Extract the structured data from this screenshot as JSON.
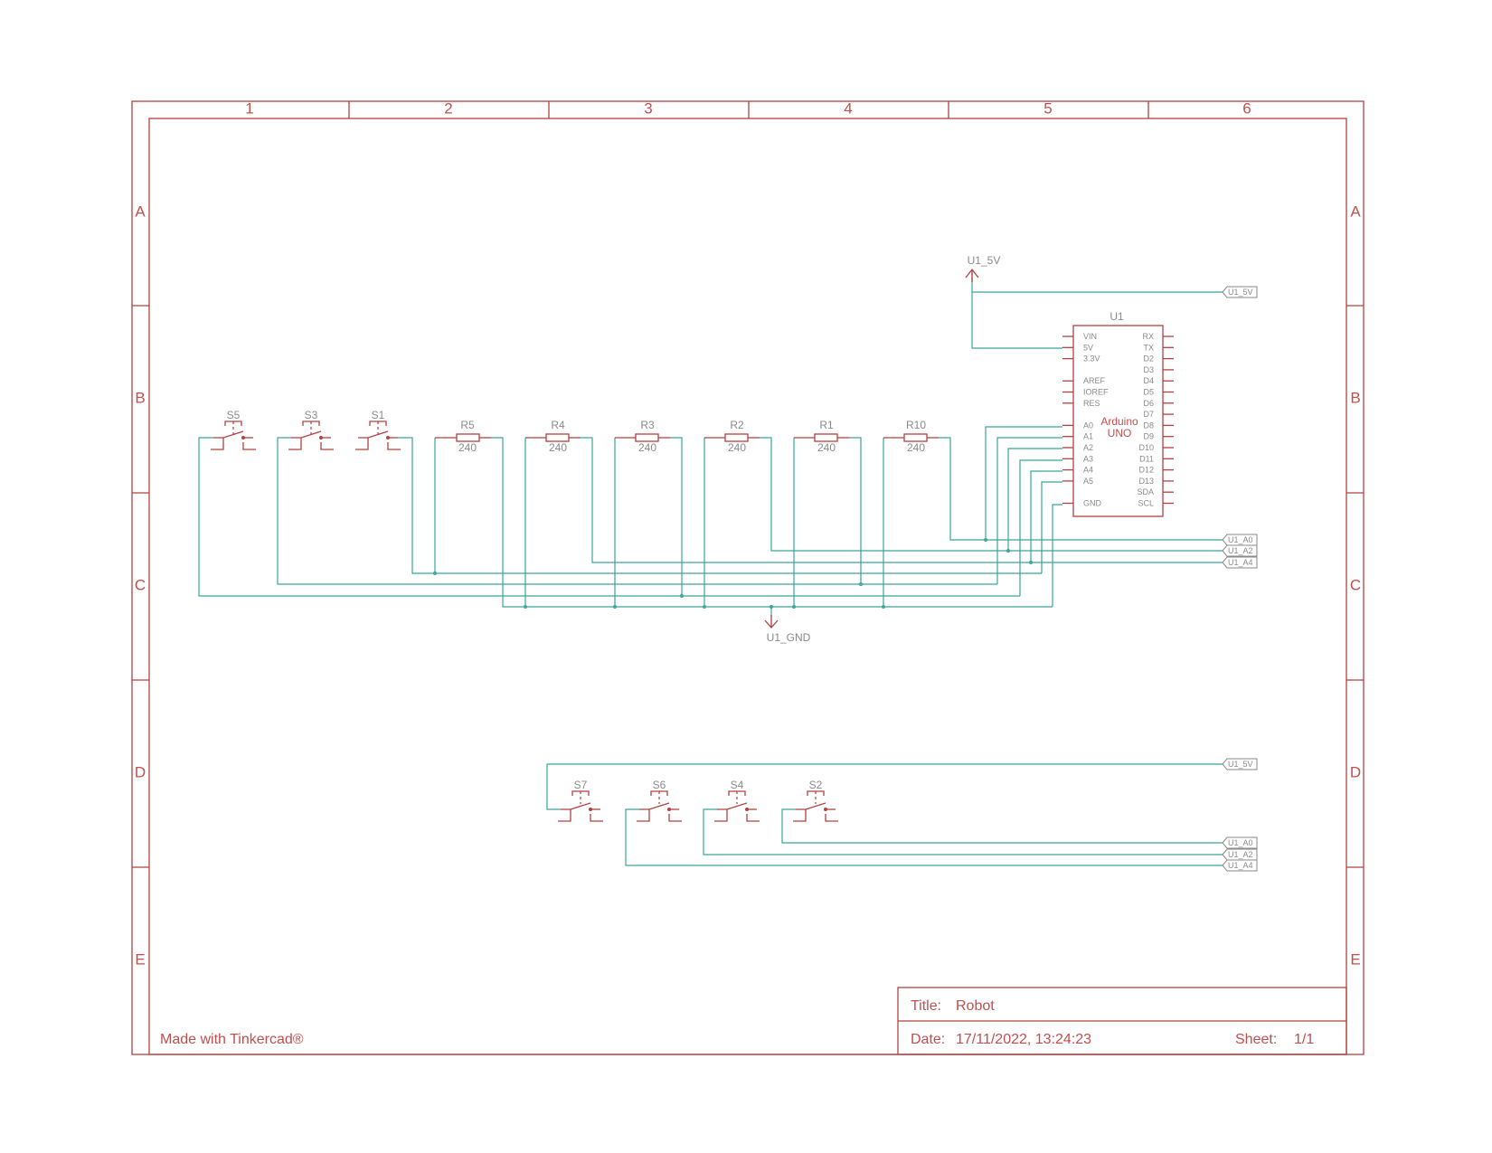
{
  "frame": {
    "column_labels": [
      "1",
      "2",
      "3",
      "4",
      "5",
      "6"
    ],
    "row_labels": [
      "A",
      "B",
      "C",
      "D",
      "E"
    ]
  },
  "components": {
    "switches_top": [
      "S5",
      "S3",
      "S1"
    ],
    "resistors": [
      {
        "ref": "R5",
        "value": "240"
      },
      {
        "ref": "R4",
        "value": "240"
      },
      {
        "ref": "R3",
        "value": "240"
      },
      {
        "ref": "R2",
        "value": "240"
      },
      {
        "ref": "R1",
        "value": "240"
      },
      {
        "ref": "R10",
        "value": "240"
      }
    ],
    "switches_bottom": [
      "S7",
      "S6",
      "S4",
      "S2"
    ],
    "power_label": "U1_5V",
    "ground_label": "U1_GND"
  },
  "arduino": {
    "ref": "U1",
    "name_line1": "Arduino",
    "name_line2": "UNO",
    "left_pins": [
      "VIN",
      "5V",
      "3.3V",
      "AREF",
      "IOREF",
      "RES",
      "A0",
      "A1",
      "A2",
      "A3",
      "A4",
      "A5",
      "GND"
    ],
    "right_pins": [
      "RX",
      "TX",
      "D2",
      "D3",
      "D4",
      "D5",
      "D6",
      "D7",
      "D8",
      "D9",
      "D10",
      "D11",
      "D12",
      "D13",
      "SDA",
      "SCL"
    ]
  },
  "net_labels": {
    "top": [
      "U1_5V"
    ],
    "middle": [
      "U1_A0",
      "U1_A2",
      "U1_A4"
    ],
    "bottom_power": [
      "U1_5V"
    ],
    "bottom": [
      "U1_A0",
      "U1_A2",
      "U1_A4"
    ]
  },
  "title_block": {
    "title_label": "Title:",
    "title_value": "Robot",
    "date_label": "Date:",
    "date_value": "17/11/2022, 13:24:23",
    "sheet_label": "Sheet:",
    "sheet_value": "1/1"
  },
  "footer": {
    "credit": "Made with Tinkercad®"
  }
}
